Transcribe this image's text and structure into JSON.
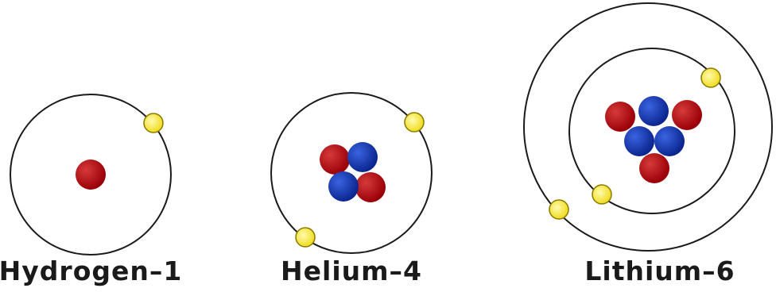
{
  "colors": {
    "proton": "#b40a12",
    "neutron": "#1535b0",
    "electron": "#f4e83a",
    "orbit": "#1a1a1a"
  },
  "atoms": [
    {
      "label": "Hydrogen–1",
      "protons": 1,
      "neutrons": 0,
      "electrons": 1,
      "electron_shells": 1
    },
    {
      "label": "Helium–4",
      "protons": 2,
      "neutrons": 2,
      "electrons": 2,
      "electron_shells": 1
    },
    {
      "label": "Lithium–6",
      "protons": 3,
      "neutrons": 3,
      "electrons": 3,
      "electron_shells": 2
    }
  ]
}
